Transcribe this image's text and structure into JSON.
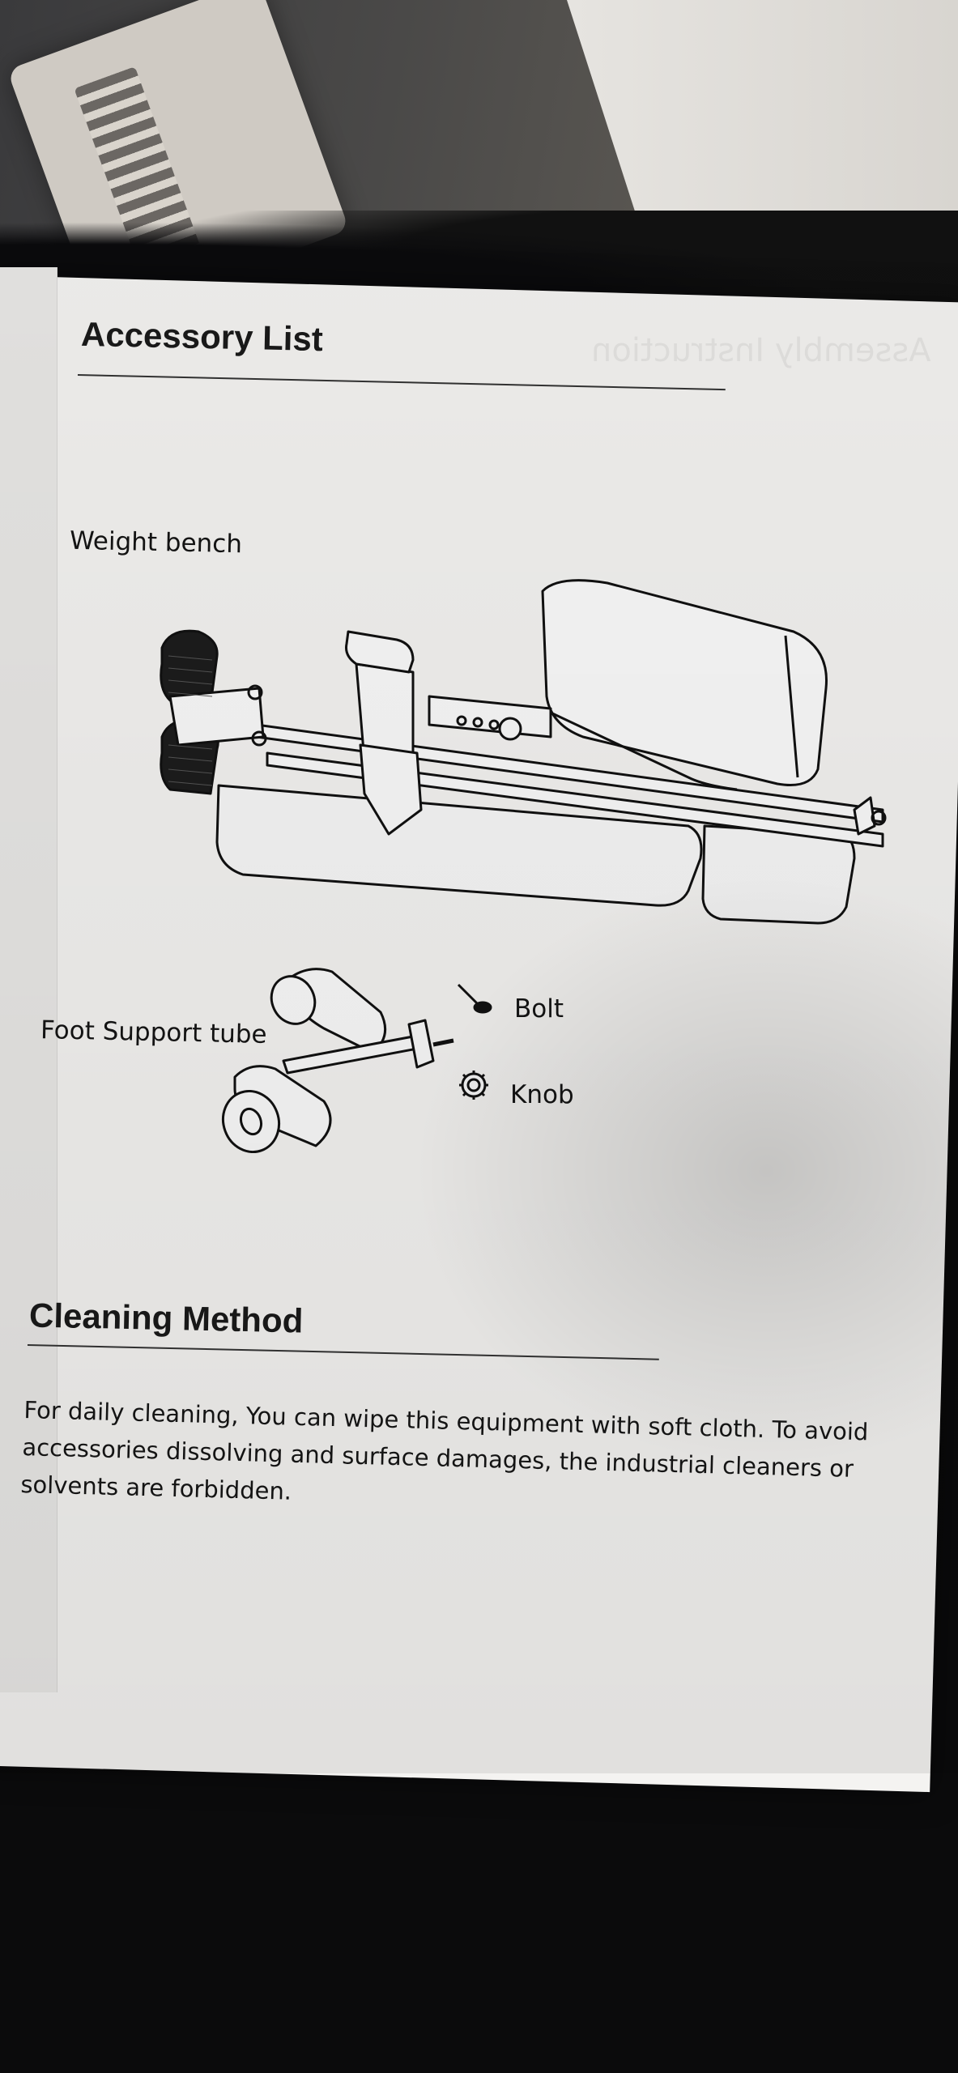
{
  "accessory_list": {
    "title": "Accessory List",
    "weight_bench_label": "Weight bench",
    "foot_support_tube_label": "Foot Support tube",
    "bolt_label": "Bolt",
    "knob_label": "Knob"
  },
  "cleaning": {
    "title": "Cleaning Method",
    "line1": "For daily cleaning, You can wipe this equipment with soft cloth. To avoid",
    "line2": "accessories dissolving and surface damages, the industrial cleaners or",
    "line3": "solvents are forbidden."
  },
  "show_through": {
    "title": "Assembly Instruction"
  }
}
